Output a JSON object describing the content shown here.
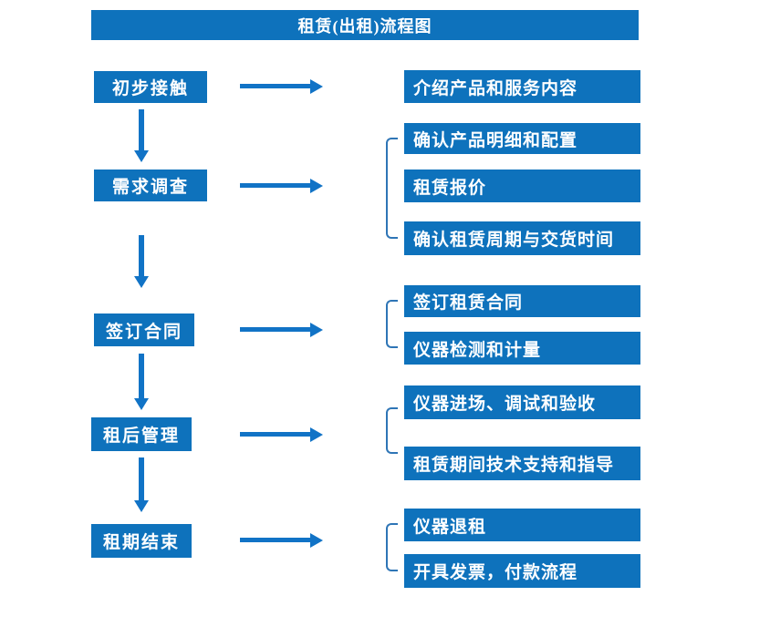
{
  "title": "租赁(出租)流程图",
  "colors": {
    "box_blue": "#0E72BC",
    "arrow_blue": "#1173C6",
    "bracket_blue": "#2E75B6",
    "box_text": "#FFFFFF",
    "background": "#FFFFFF"
  },
  "steps": [
    {
      "label": "初步接触",
      "outputs": [
        "介绍产品和服务内容"
      ]
    },
    {
      "label": "需求调查",
      "outputs": [
        "确认产品明细和配置",
        "租赁报价",
        "确认租赁周期与交货时间"
      ]
    },
    {
      "label": "签订合同",
      "outputs": [
        "签订租赁合同",
        "仪器检测和计量"
      ]
    },
    {
      "label": "租后管理",
      "outputs": [
        "仪器进场、调试和验收",
        "租赁期间技术支持和指导"
      ]
    },
    {
      "label": "租期结束",
      "outputs": [
        "仪器退租",
        "开具发票，付款流程"
      ]
    }
  ]
}
